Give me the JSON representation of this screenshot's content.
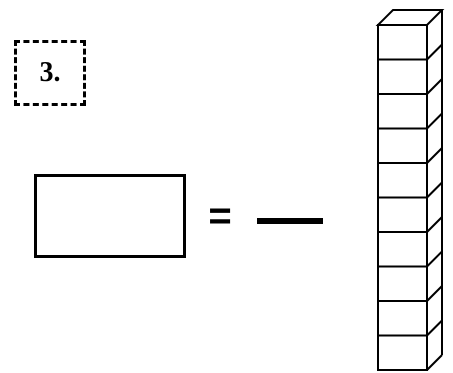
{
  "problem": {
    "number_label": "3.",
    "equals_sign": "=",
    "answer_box_value": "",
    "blank_value": ""
  },
  "figure": {
    "type": "ten-rod",
    "cubes_count": 10,
    "stroke_color": "#000000"
  }
}
